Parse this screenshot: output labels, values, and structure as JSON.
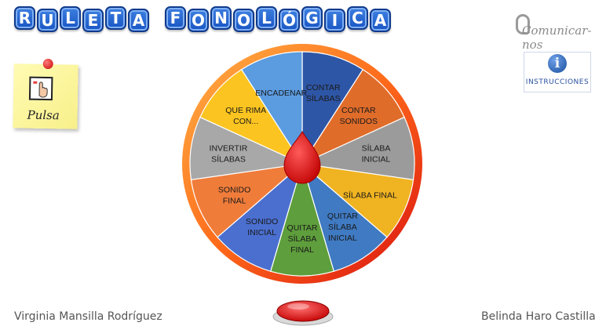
{
  "title": {
    "words": [
      [
        "R",
        "U",
        "L",
        "E",
        "T",
        "A"
      ],
      [
        "F",
        "O",
        "N",
        "O",
        "L",
        "Ó",
        "G",
        "I",
        "C",
        "A"
      ]
    ]
  },
  "logo_text": "Comunicar-nos",
  "instructions_label": "INSTRUCCIONES",
  "pulsa_label": "Pulsa",
  "wheel": {
    "segments": [
      {
        "lines": [
          "CONTAR",
          "SÍLABAS"
        ],
        "color": "#2e56a6"
      },
      {
        "lines": [
          "CONTAR",
          "SONIDOS"
        ],
        "color": "#e06c2a"
      },
      {
        "lines": [
          "SÍLABA",
          "INICIAL"
        ],
        "color": "#9b9b9b"
      },
      {
        "lines": [
          "SÍLABA FINAL"
        ],
        "color": "#f0b321"
      },
      {
        "lines": [
          "QUITAR",
          "SÍLABA",
          "INICIAL"
        ],
        "color": "#3f7ac2"
      },
      {
        "lines": [
          "QUITAR",
          "SÍLABA",
          "FINAL"
        ],
        "color": "#5e9e3c"
      },
      {
        "lines": [
          "SONIDO",
          "INICIAL"
        ],
        "color": "#4a6fcf"
      },
      {
        "lines": [
          "SONIDO",
          "FINAL"
        ],
        "color": "#f07c3a"
      },
      {
        "lines": [
          "INVERTIR",
          "SÍLABAS"
        ],
        "color": "#a8a8a8"
      },
      {
        "lines": [
          "QUE RIMA",
          "CON..."
        ],
        "color": "#fcc420"
      },
      {
        "lines": [
          "ENCADENAR"
        ],
        "color": "#5b9be0"
      }
    ]
  },
  "authors": {
    "left": "Virginia Mansilla Rodríguez",
    "right": "Belinda Haro Castilla"
  }
}
